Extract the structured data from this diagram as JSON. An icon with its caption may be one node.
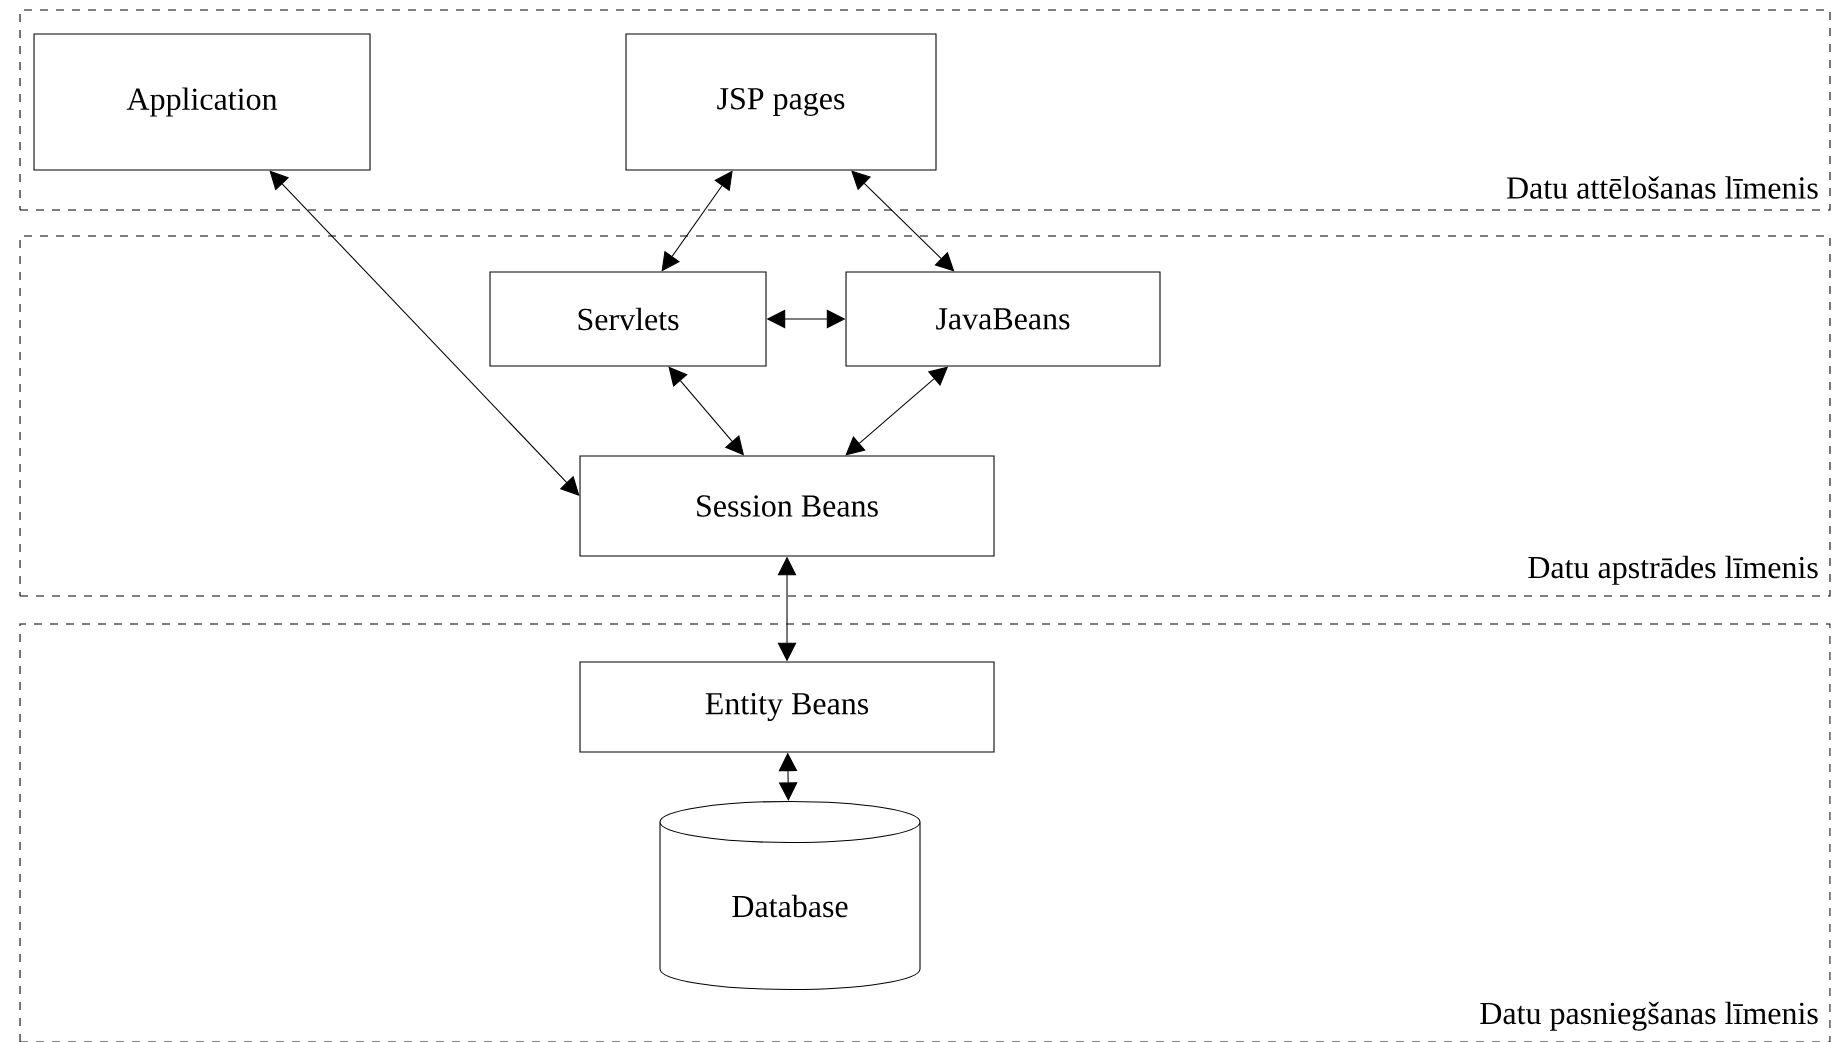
{
  "diagram": {
    "nodes": [
      {
        "text": [
          "Datu attēlošanas līmenis"
        ]
      },
      {
        "text": [
          "Application"
        ],
        "in": 0
      },
      {
        "text": [
          "JSP pages"
        ],
        "in": 0
      },
      {
        "text": [
          "Datu apstrādes līmenis"
        ]
      },
      {
        "text": [
          "Servlets"
        ],
        "in": 3
      },
      {
        "text": [
          "JavaBeans"
        ],
        "in": 3
      },
      {
        "text": [
          "Session Beans"
        ],
        "in": 3
      },
      {
        "text": [
          "Datu pasniegšanas līmenis"
        ]
      },
      {
        "text": [
          "Entity Beans"
        ],
        "in": 7
      },
      {
        "text": [
          "Database"
        ],
        "in": 7
      }
    ],
    "edges": [
      {
        "from": 1,
        "to": 6,
        "arrow": "both"
      },
      {
        "from": 2,
        "to": 4,
        "arrow": "both"
      },
      {
        "from": 2,
        "to": 5,
        "arrow": "both"
      },
      {
        "from": 4,
        "to": 5,
        "arrow": "both"
      },
      {
        "from": 4,
        "to": 6,
        "arrow": "both"
      },
      {
        "from": 5,
        "to": 6,
        "arrow": "both"
      },
      {
        "from": 6,
        "to": 8,
        "arrow": "both"
      },
      {
        "from": 8,
        "to": 9,
        "arrow": "both"
      }
    ]
  }
}
